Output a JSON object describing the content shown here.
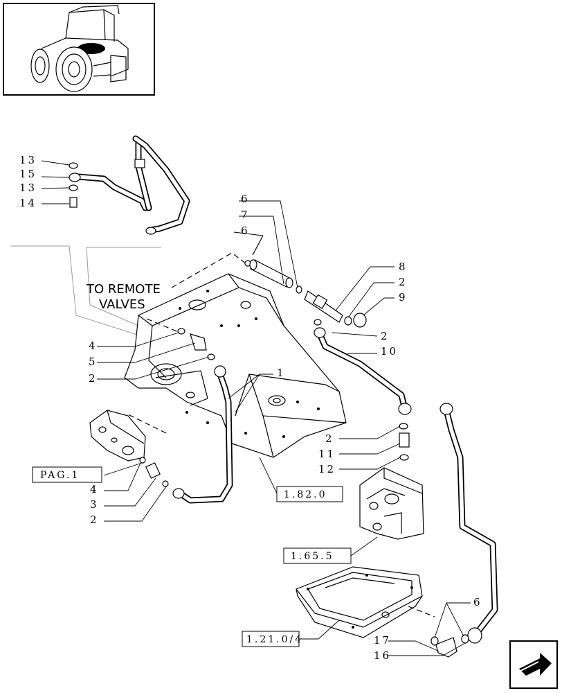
{
  "callout": {
    "line1": "TO REMOTE",
    "line2": "VALVES"
  },
  "refs": {
    "pag1": "PAG.1",
    "r1820": "1.82.0",
    "r1655": "1.65.5",
    "r1210": "1.21.0/4"
  },
  "labels": {
    "topLeft": [
      "13",
      "15",
      "13",
      "14"
    ],
    "upperMid": [
      "6",
      "7",
      "6"
    ],
    "upperRight": [
      "8",
      "2",
      "9",
      "2",
      "10"
    ],
    "leftMid": [
      "4",
      "5",
      "2"
    ],
    "pipe1": "1",
    "lowerLeft": [
      "4",
      "3",
      "2"
    ],
    "lowerMid": [
      "2",
      "11",
      "12"
    ],
    "bottomRight6": "6",
    "bottom": [
      "17",
      "16"
    ]
  }
}
